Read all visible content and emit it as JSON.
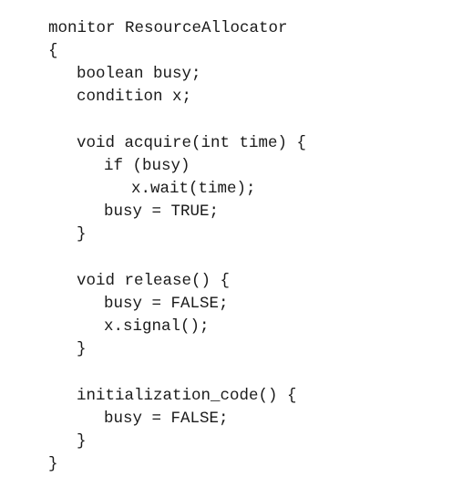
{
  "code": {
    "lines": [
      "monitor ResourceAllocator",
      "{",
      "boolean busy;",
      "condition x;",
      "",
      "void acquire(int time) {",
      "if (busy)",
      "x.wait(time);",
      "busy = TRUE;",
      "}",
      "",
      "void release() {",
      "busy = FALSE;",
      "x.signal();",
      "}",
      "",
      "initialization_code() {",
      "busy = FALSE;",
      "}",
      "}"
    ]
  }
}
